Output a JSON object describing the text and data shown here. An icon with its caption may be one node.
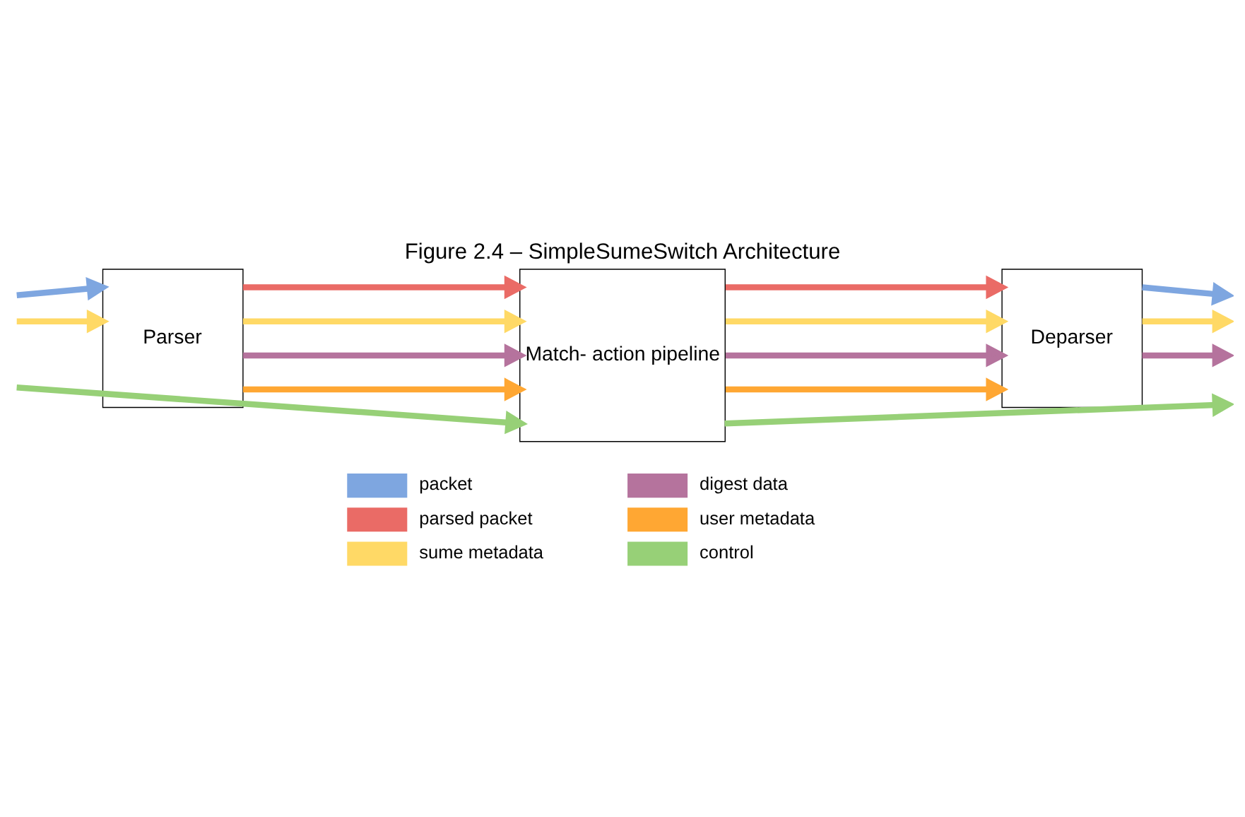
{
  "diagram": {
    "title": "Figure 2.4 – SimpleSumeSwitch Architecture",
    "nodes": [
      {
        "text": [
          "Parser"
        ]
      },
      {
        "text": [
          "Match- action pipeline"
        ]
      },
      {
        "text": [
          "Deparser"
        ]
      }
    ],
    "edges": [
      {
        "from": null,
        "to": 0,
        "arrow": "to",
        "color": "#7ea6e0"
      },
      {
        "from": null,
        "to": 0,
        "arrow": "to",
        "color": "#ffd966"
      },
      {
        "from": 0,
        "to": 1,
        "arrow": "to",
        "color": "#ea6b66"
      },
      {
        "from": 0,
        "to": 1,
        "arrow": "to",
        "color": "#ffd966"
      },
      {
        "from": 0,
        "to": 1,
        "arrow": "to",
        "color": "#b5739d"
      },
      {
        "from": 0,
        "to": 1,
        "arrow": "to",
        "color": "#ffa733"
      },
      {
        "from": null,
        "to": 1,
        "arrow": "to",
        "color": "#97d077"
      },
      {
        "from": 1,
        "to": 2,
        "arrow": "to",
        "color": "#ea6b66"
      },
      {
        "from": 1,
        "to": 2,
        "arrow": "to",
        "color": "#ffd966"
      },
      {
        "from": 1,
        "to": 2,
        "arrow": "to",
        "color": "#b5739d"
      },
      {
        "from": 1,
        "to": 2,
        "arrow": "to",
        "color": "#ffa733"
      },
      {
        "from": 2,
        "to": null,
        "arrow": "to",
        "color": "#7ea6e0"
      },
      {
        "from": 2,
        "to": null,
        "arrow": "to",
        "color": "#ffd966"
      },
      {
        "from": 2,
        "to": null,
        "arrow": "to",
        "color": "#b5739d"
      },
      {
        "from": 1,
        "to": null,
        "arrow": "to",
        "color": "#97d077"
      }
    ],
    "legend": [
      {
        "text": "packet",
        "color": "#7ea6e0"
      },
      {
        "text": "digest data",
        "color": "#b5739d"
      },
      {
        "text": "parsed packet",
        "color": "#ea6b66"
      },
      {
        "text": "user metadata",
        "color": "#ffa733"
      },
      {
        "text": "sume metadata",
        "color": "#ffd966"
      },
      {
        "text": "control",
        "color": "#97d077"
      }
    ]
  }
}
